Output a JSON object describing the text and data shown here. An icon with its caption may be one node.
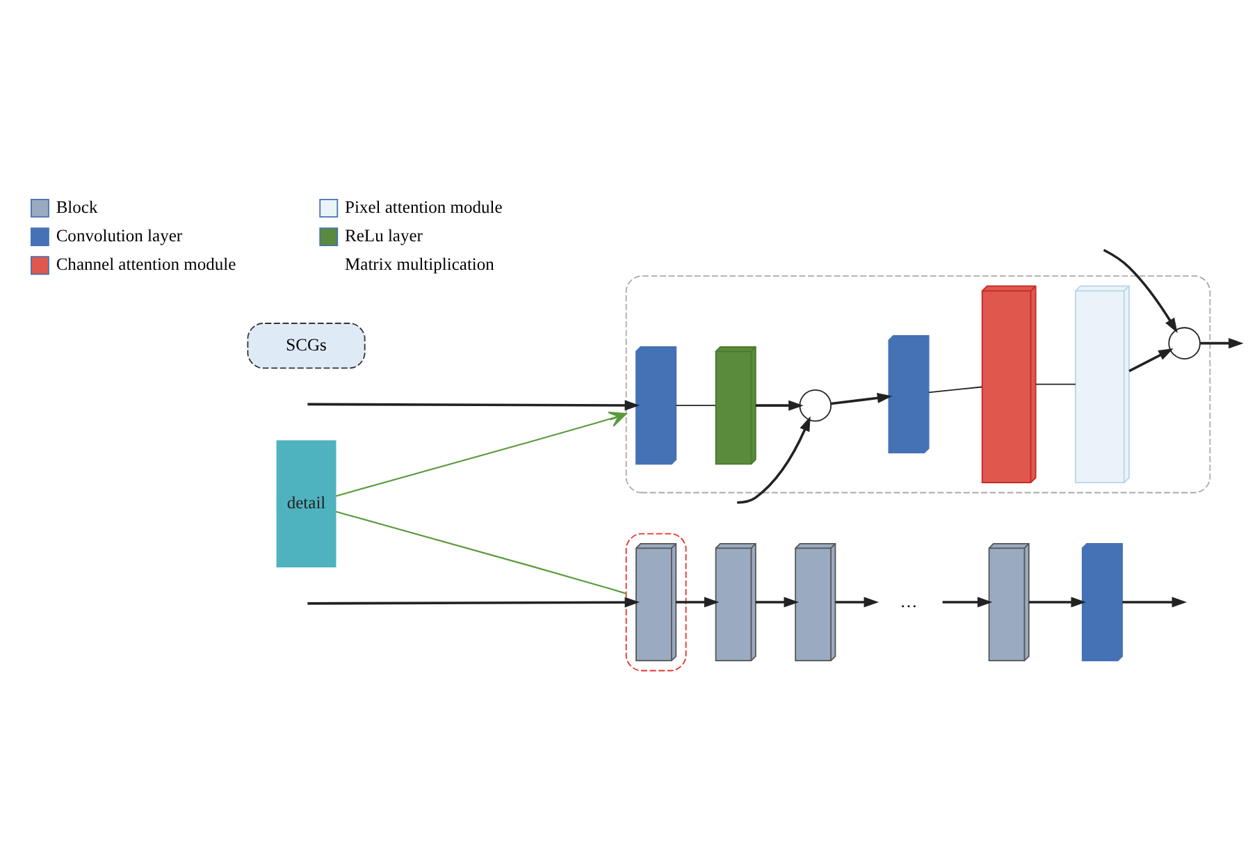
{
  "diagram": {
    "nodes": [
      {
        "text": [
          "detail"
        ]
      },
      {
        "text": [],
        "shape": "box"
      },
      {
        "text": [],
        "shape": "box",
        "in": 1
      },
      {
        "text": [],
        "shape": "box"
      },
      {
        "text": [],
        "shape": "box"
      },
      {
        "text": [
          "…"
        ]
      },
      {
        "text": [],
        "shape": "box"
      },
      {
        "text": [],
        "shape": "box"
      },
      {
        "text": [
          "SCGs"
        ]
      },
      {
        "text": [],
        "shape": "box"
      },
      {
        "text": [],
        "shape": "box",
        "in": 9
      },
      {
        "text": [],
        "shape": "box",
        "in": 9
      },
      {
        "text": [],
        "shape": "circle",
        "in": 9
      },
      {
        "text": [],
        "shape": "box",
        "in": 9
      },
      {
        "text": [],
        "shape": "box",
        "in": 9
      },
      {
        "text": [],
        "shape": "box",
        "in": 9
      },
      {
        "text": [],
        "shape": "circle",
        "in": 9
      }
    ],
    "edges": [
      {
        "from": 0,
        "to": 1,
        "arrow": "none",
        "color": "#5a9a3c"
      },
      {
        "from": null,
        "to": 2,
        "arrow": "to"
      },
      {
        "from": 2,
        "to": 3,
        "arrow": "to"
      },
      {
        "from": 3,
        "to": 4,
        "arrow": "to"
      },
      {
        "from": 4,
        "to": 5,
        "arrow": "to"
      },
      {
        "from": 5,
        "to": 6,
        "arrow": "to"
      },
      {
        "from": 6,
        "to": 7,
        "arrow": "to"
      },
      {
        "from": 7,
        "to": null,
        "arrow": "to"
      },
      {
        "from": 0,
        "to": 9,
        "arrow": "to",
        "color": "#5a9a3c"
      },
      {
        "from": null,
        "to": 10,
        "arrow": "to"
      },
      {
        "from": 10,
        "to": 11,
        "arrow": "none"
      },
      {
        "from": 11,
        "to": 12,
        "arrow": "to"
      },
      {
        "from": null,
        "to": 12,
        "arrow": "to"
      },
      {
        "from": 12,
        "to": 13,
        "arrow": "to"
      },
      {
        "from": 13,
        "to": 14,
        "arrow": "none"
      },
      {
        "from": 14,
        "to": 15,
        "arrow": "none"
      },
      {
        "from": 15,
        "to": 16,
        "arrow": "to"
      },
      {
        "from": null,
        "to": 16,
        "arrow": "to"
      },
      {
        "from": 16,
        "to": null,
        "arrow": "to"
      }
    ],
    "legend": [
      {
        "text": "Block",
        "color": "#9aaac0"
      },
      {
        "text": "Convolution layer",
        "color": "#4472b5"
      },
      {
        "text": "Channel attention module",
        "color": "#e0574d"
      },
      {
        "text": "Pixel attention module",
        "color": "#eaf4f8"
      },
      {
        "text": "ReLu layer",
        "color": "#5a8a3c"
      },
      {
        "text": "Matrix multiplication"
      }
    ]
  }
}
